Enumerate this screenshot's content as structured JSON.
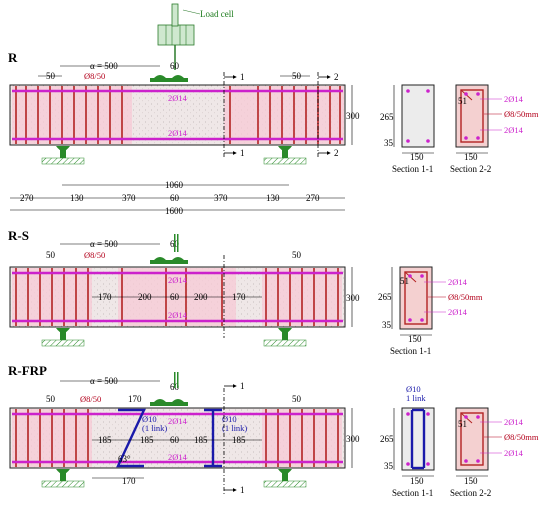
{
  "load_cell": "Load cell",
  "beams": [
    {
      "id": "R",
      "alpha": "α = 500",
      "spacing_left": "50",
      "spacing_right": "50",
      "load_spacing": "60",
      "stirrups": "Ø8/50",
      "top_bars": "2Ø14",
      "bottom_bars": "2Ø14",
      "height": "300",
      "section_markers": [
        "1",
        "1",
        "2",
        "2"
      ]
    },
    {
      "id": "R-S",
      "alpha": "α = 500",
      "spacing_left": "50",
      "spacing_right": "50",
      "load_spacing": "60",
      "stirrups": "Ø8/50",
      "top_bars": "2Ø14",
      "bottom_bars": "2Ø14",
      "height": "300",
      "inner_dims": [
        "170",
        "200",
        "60",
        "200",
        "170"
      ]
    },
    {
      "id": "R-FRP",
      "alpha": "α = 500",
      "spacing_left": "50",
      "spacing_right": "50",
      "load_spacing": "60",
      "stirrups": "Ø8/50",
      "top_bars": "2Ø14",
      "bottom_bars": "2Ø14",
      "height": "300",
      "inner_dims": [
        "185",
        "185",
        "60",
        "185",
        "185"
      ],
      "link_left": "Ø10\n(1 link)",
      "link_right": "Ø10\n(1 link)",
      "angle": "63°",
      "bottom_dim": "170",
      "top_dim": "170",
      "section_markers": [
        "1",
        "1"
      ]
    }
  ],
  "dimensions": {
    "total": "1600",
    "span": "1060",
    "parts": [
      "270",
      "130",
      "370",
      "60",
      "370",
      "130",
      "270"
    ]
  },
  "sections": [
    {
      "beam": "R",
      "name": "Section 1-1",
      "height": "265",
      "cover": "35",
      "width": "150"
    },
    {
      "beam": "R",
      "name": "Section 2-2",
      "width": "150",
      "corner": "51",
      "labels": [
        "2Ø14",
        "Ø8/50mm",
        "2Ø14"
      ]
    },
    {
      "beam": "R-S",
      "name": "Section 1-1",
      "height": "265",
      "cover": "35",
      "width": "150",
      "corner": "51",
      "labels": [
        "2Ø14",
        "Ø8/50mm",
        "2Ø14"
      ]
    },
    {
      "beam": "R-FRP",
      "name": "Section 1-1",
      "height": "265",
      "cover": "35",
      "width": "150",
      "link": "Ø10\n1 link"
    },
    {
      "beam": "R-FRP",
      "name": "Section 2-2",
      "width": "150",
      "corner": "51",
      "labels": [
        "2Ø14",
        "Ø8/50mm",
        "2Ø14"
      ]
    }
  ]
}
